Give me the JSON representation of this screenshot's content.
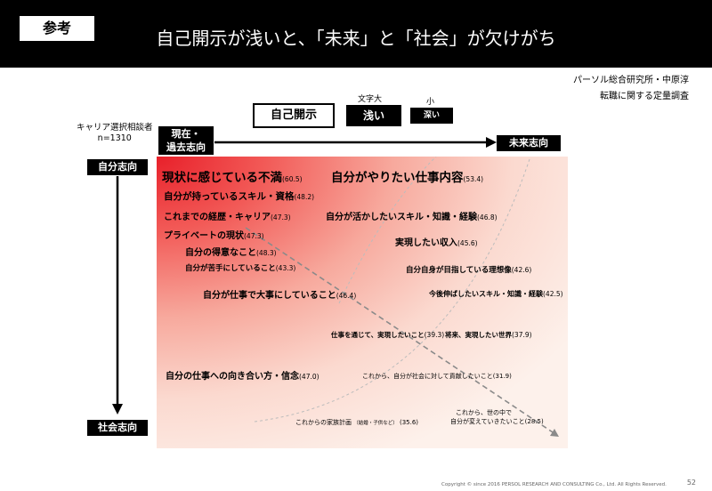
{
  "header": {
    "badge": "参考",
    "title": "自己開示が浅いと、「未来」と「社会」が欠けがち"
  },
  "source": {
    "line1": "パーソル総合研究所・中原淳",
    "line2": "転職に関する定量調査"
  },
  "legend": {
    "main": "自己開示",
    "font_size_large_caption": "文字大",
    "font_size_small_caption": "小",
    "shallow": "浅い",
    "deep": "深い"
  },
  "respondents": {
    "line1": "キャリア選択相談者",
    "line2": "n=1310"
  },
  "axes": {
    "time_start_line1": "現在・",
    "time_start_line2": "過去志向",
    "time_end": "未来志向",
    "self_label": "自分志向",
    "society_label": "社会志向"
  },
  "items": [
    {
      "label": "現状に感じている不満",
      "value": "(60.5)"
    },
    {
      "label": "自分がやりたい仕事内容",
      "value": "(53.4)"
    },
    {
      "label": "自分が持っているスキル・資格",
      "value": "(48.2)"
    },
    {
      "label": "これまでの経歴・キャリア",
      "value": "(47.3)"
    },
    {
      "label": "自分が活かしたいスキル・知識・経験",
      "value": "(46.8)"
    },
    {
      "label": "プライベートの現状",
      "value": "(47.3)"
    },
    {
      "label": "実現したい収入",
      "value": "(45.6)"
    },
    {
      "label": "自分の得意なこと",
      "value": "(48.3)"
    },
    {
      "label": "自分が苦手にしていること",
      "value": "(43.3)"
    },
    {
      "label": "自分自身が目指している理想像",
      "value": "(42.6)"
    },
    {
      "label": "自分が仕事で大事にしていること",
      "value": "(46.4)"
    },
    {
      "label": "今後伸ばしたいスキル・知識・経験",
      "value": "(42.5)"
    },
    {
      "label": "仕事を通じて、実現したいこと",
      "value": "(39.3)"
    },
    {
      "label": "将来、実現したい世界",
      "value": "(37.9)"
    },
    {
      "label": "自分の仕事への向き合い方・信念",
      "value": "(47.0)"
    },
    {
      "label": "これから、自分が社会に対して貢献したいこと",
      "value": "(31.9)"
    },
    {
      "label": "これからの家族計画",
      "note": "（結婚・子供など）",
      "value": "(35.6)"
    },
    {
      "label_line1": "これから、世の中で",
      "label_line2": "自分が変えていきたいこと",
      "value": "(28.5)"
    }
  ],
  "footer": {
    "copyright": "Copyright © since 2016 PERSOL RESEARCH AND CONSULTING Co., Ltd. All Rights Reserved.",
    "page": "52"
  }
}
